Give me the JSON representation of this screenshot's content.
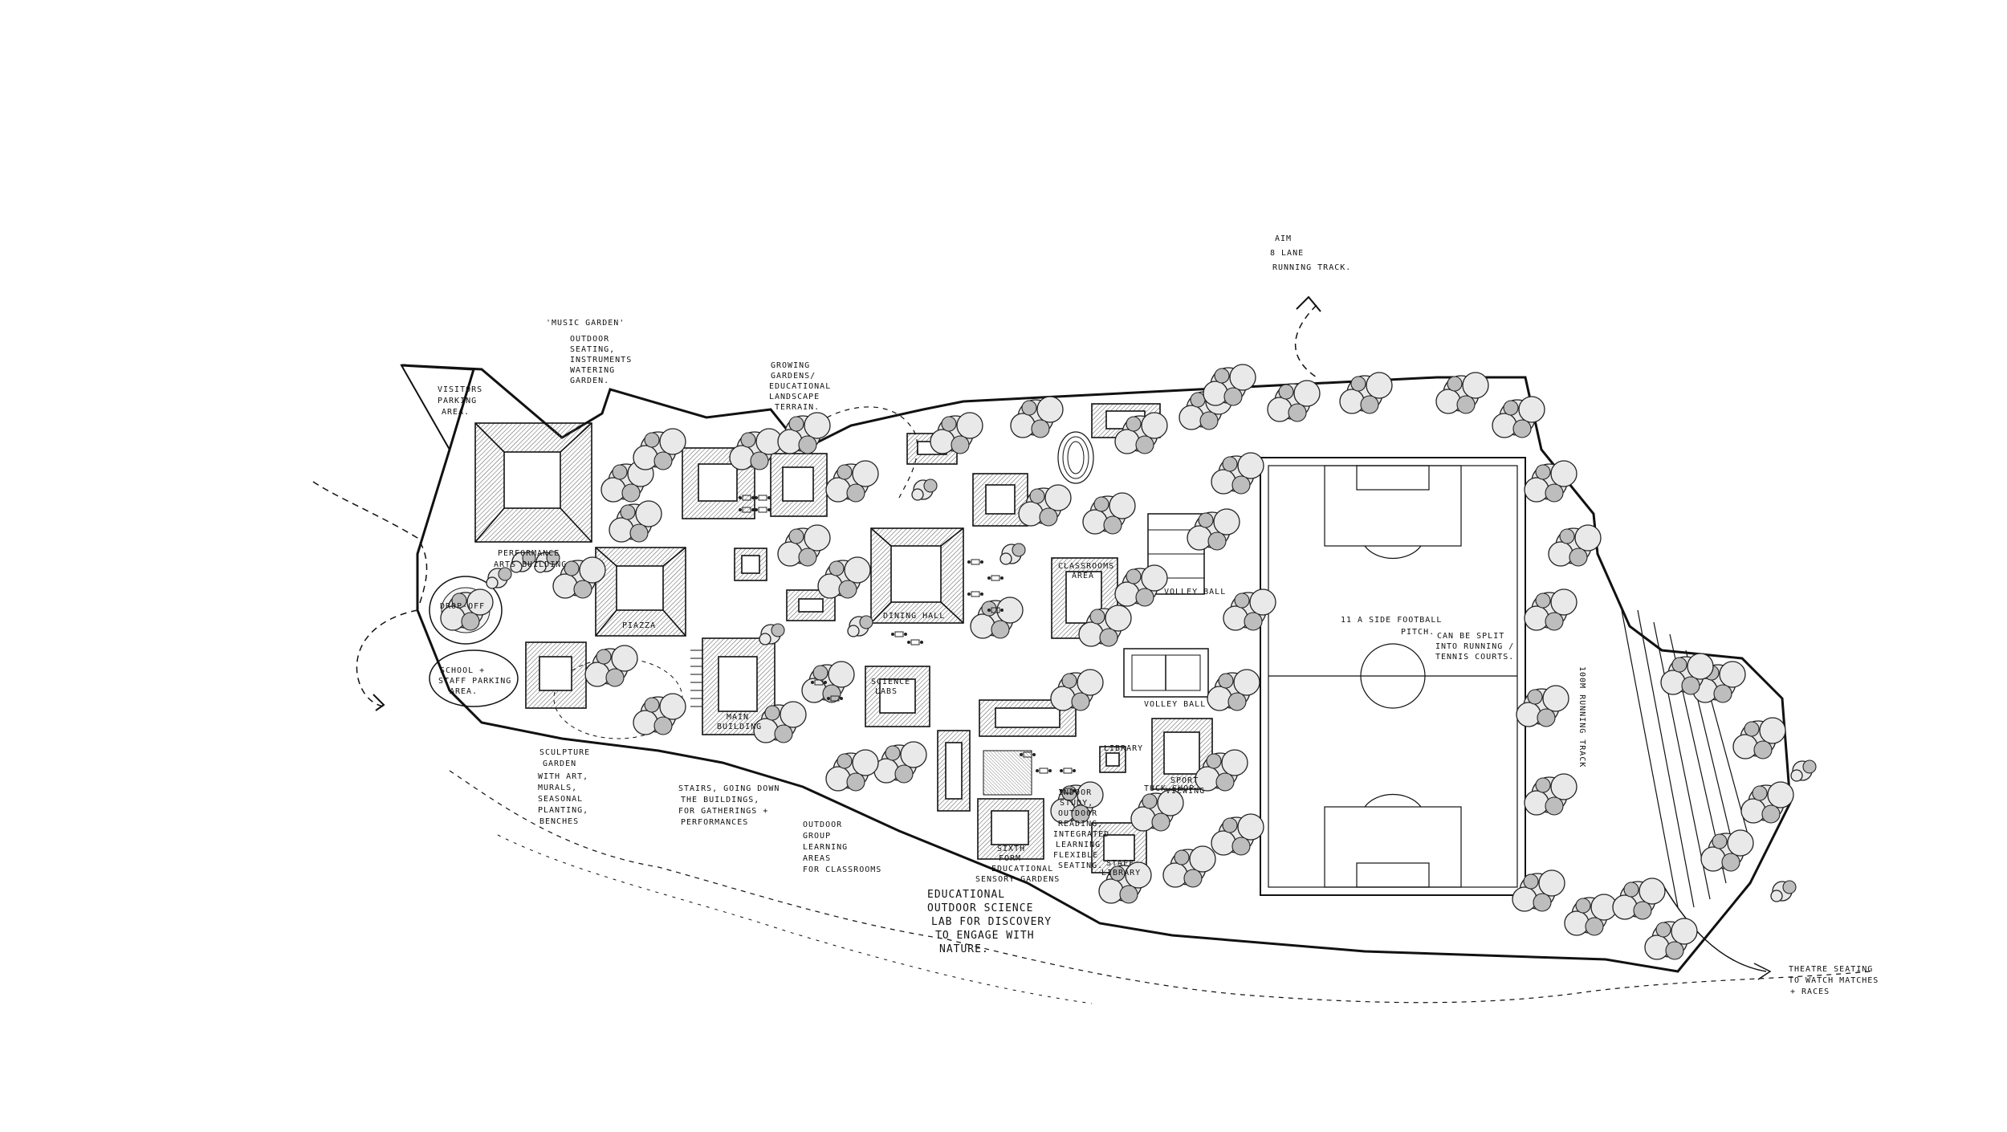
{
  "colors": {
    "ink": "#111111",
    "paper": "#ffffff",
    "foliage_light": "#e9e9e9",
    "foliage_dark": "#bdbdbd",
    "roof_hatch": "#555555"
  },
  "labels": {
    "aim_track": [
      "AIM",
      "8 LANE",
      "RUNNING TRACK."
    ],
    "music_garden": [
      "'MUSIC GARDEN'"
    ],
    "music_garden_note": [
      "OUTDOOR",
      "SEATING,",
      "INSTRUMENTS",
      "WATERING",
      "GARDEN."
    ],
    "visitor_parking": [
      "VISITORS",
      "PARKING",
      "AREA."
    ],
    "growing_gardens": [
      "GROWING",
      "GARDENS/",
      "EDUCATIONAL",
      "LANDSCAPE",
      "TERRAIN."
    ],
    "performance_arts": [
      "PERFORMANCE",
      "ARTS BUILDING"
    ],
    "drop_off": [
      "DROP-OFF"
    ],
    "piazza": [
      "PIAZZA"
    ],
    "staff_parking": [
      "SCHOOL +",
      "STAFF PARKING",
      "AREA."
    ],
    "sculpture_garden": [
      "SCULPTURE",
      "GARDEN",
      "WITH ART,",
      "MURALS,",
      "SEASONAL",
      "PLANTING,",
      "BENCHES"
    ],
    "stairs_note": [
      "STAIRS, GOING DOWN",
      "THE BUILDINGS,",
      "FOR GATHERINGS +",
      "PERFORMANCES"
    ],
    "main_building": [
      "MAIN",
      "BUILDING"
    ],
    "dining_hall": [
      "DINING HALL"
    ],
    "science_labs": [
      "SCIENCE",
      "LABS"
    ],
    "library": [
      "LIBRARY"
    ],
    "classrooms": [
      "CLASSROOMS",
      "AREA"
    ],
    "volley_ball_top": [
      "VOLLEY BALL"
    ],
    "volley_ball": [
      "VOLLEY BALL"
    ],
    "football": [
      "11 A SIDE FOOTBALL",
      "PITCH."
    ],
    "football_split": [
      "CAN BE SPLIT",
      "INTO RUNNING /",
      "TENNIS COURTS."
    ],
    "track_100m": [
      "100M RUNNING TRACK"
    ],
    "theatre_seating": [
      "THEATRE SEATING",
      "TO WATCH MATCHES",
      "+ RACES"
    ],
    "outdoor_learning": [
      "OUTDOOR",
      "GROUP",
      "LEARNING",
      "AREAS",
      "FOR CLASSROOMS"
    ],
    "educational_garden": [
      "EDUCATIONAL",
      "OUTDOOR SCIENCE",
      "LAB FOR DISCOVERY",
      "TO ENGAGE WITH",
      "NATURE."
    ],
    "sensory_garden": [
      "EDUCATIONAL",
      "SENSORY GARDENS"
    ],
    "study_note": [
      "INDOOR",
      "STUDY,",
      "OUTDOOR",
      "READING,",
      "INTEGRATED",
      "LEARNING",
      "FLEXIBLE",
      "SEATING."
    ],
    "sixth_form": [
      "SIXTH",
      "FORM"
    ],
    "tuck_shop": [
      "TUCK SHOP"
    ],
    "sport_viewing": [
      "SPORT",
      "VIEWING"
    ],
    "staff_library": [
      "STAFF",
      "LIBRARY"
    ]
  }
}
